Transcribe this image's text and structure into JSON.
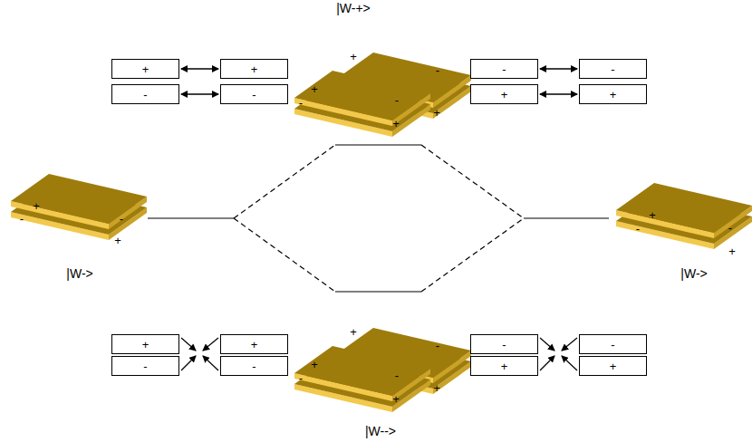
{
  "diagram": {
    "nodes": [
      {
        "text": [
          "+"
        ]
      },
      {
        "text": [
          "+"
        ]
      },
      {
        "text": [
          "-"
        ]
      },
      {
        "text": [
          "-"
        ]
      },
      {
        "text": [
          "-"
        ]
      },
      {
        "text": [
          "-"
        ]
      },
      {
        "text": [
          "+"
        ]
      },
      {
        "text": [
          "+"
        ]
      },
      {
        "text": [
          "+"
        ]
      },
      {
        "text": [
          "+"
        ]
      },
      {
        "text": [
          "-"
        ]
      },
      {
        "text": [
          "-"
        ]
      },
      {
        "text": [
          "-"
        ]
      },
      {
        "text": [
          "-"
        ]
      },
      {
        "text": [
          "+"
        ]
      },
      {
        "text": [
          "+"
        ]
      }
    ],
    "edges": [
      {
        "from": 0,
        "to": 1,
        "arrow": "both"
      },
      {
        "from": 2,
        "to": 3,
        "arrow": "both"
      },
      {
        "from": 4,
        "to": 5,
        "arrow": "both"
      },
      {
        "from": 6,
        "to": 7,
        "arrow": "both"
      }
    ],
    "labels": [
      "|W-+>",
      "+",
      "-",
      "+",
      "-",
      "+",
      "-",
      "+",
      "|W->",
      "+",
      "-",
      "-",
      "+",
      "|W->",
      "+",
      "-",
      "-",
      "+",
      "+",
      "-",
      "+",
      "-",
      "+",
      "-",
      "+",
      "|W-->"
    ]
  }
}
